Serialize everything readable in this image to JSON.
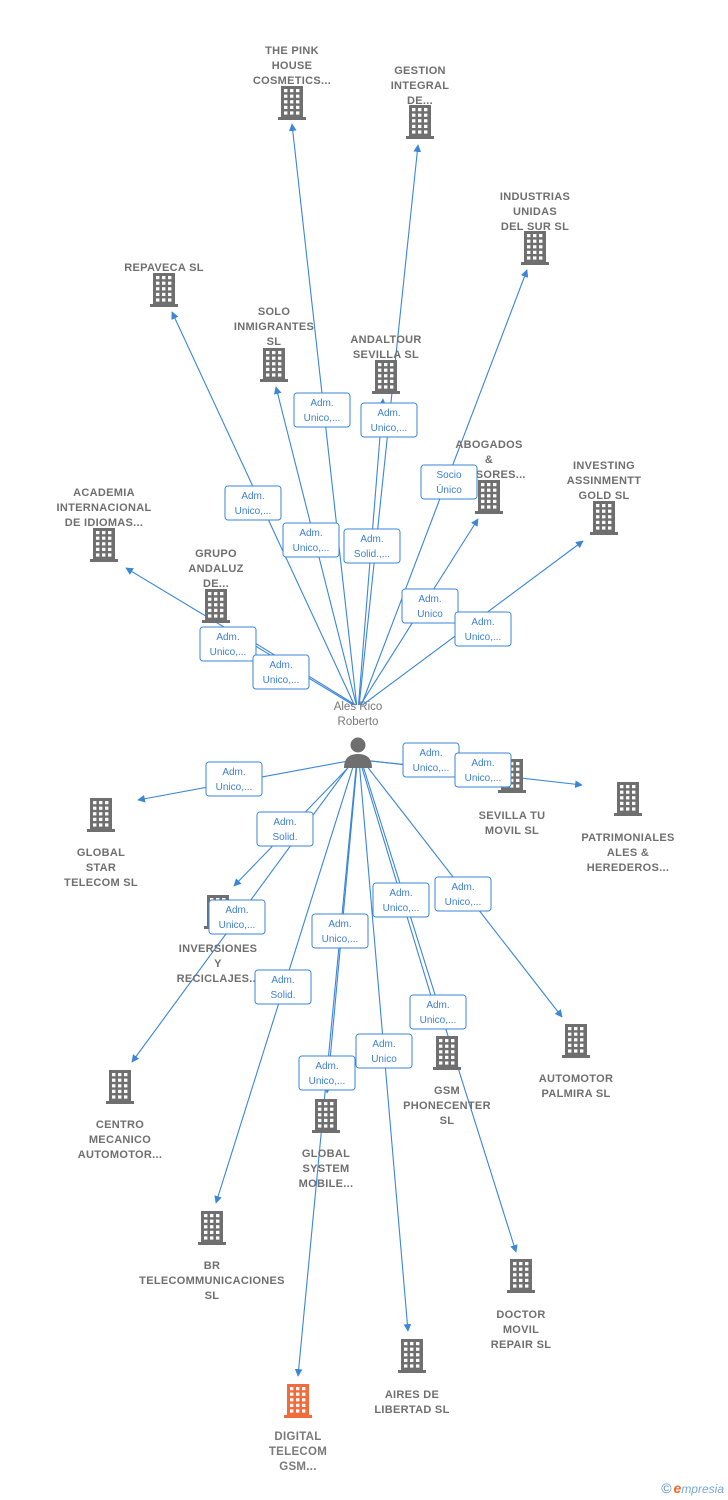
{
  "center": {
    "lines": [
      "Ales Rico",
      "Roberto"
    ],
    "icon": "person-icon"
  },
  "colors": {
    "edge": "#3a86d8",
    "building": "#6f6f6f",
    "highlight": "#f26b3a",
    "label_border": "#3a86d8"
  },
  "nodes": [
    {
      "id": "pink-house",
      "lines": [
        "THE PINK",
        "HOUSE",
        "COSMETICS..."
      ],
      "highlight": false
    },
    {
      "id": "gestion-integral",
      "lines": [
        "GESTION",
        "INTEGRAL",
        "DE..."
      ],
      "highlight": false
    },
    {
      "id": "industrias-unidas",
      "lines": [
        "INDUSTRIAS",
        "UNIDAS",
        "DEL SUR  SL"
      ],
      "highlight": false
    },
    {
      "id": "repaveca",
      "lines": [
        "REPAVECA  SL"
      ],
      "highlight": false
    },
    {
      "id": "solo-inmigrantes",
      "lines": [
        "SOLO",
        "INMIGRANTES",
        "SL"
      ],
      "highlight": false
    },
    {
      "id": "andaltour",
      "lines": [
        "ANDALTOUR",
        "SEVILLA  SL"
      ],
      "highlight": false
    },
    {
      "id": "abogados",
      "lines": [
        "ABOGADOS",
        "&",
        "ASESORES..."
      ],
      "highlight": false
    },
    {
      "id": "investing",
      "lines": [
        "INVESTING",
        "ASSINMENTT",
        "GOLD  SL"
      ],
      "highlight": false
    },
    {
      "id": "academia",
      "lines": [
        "ACADEMIA",
        "INTERNACIONAL",
        "DE IDIOMAS..."
      ],
      "highlight": false
    },
    {
      "id": "grupo-andaluz",
      "lines": [
        "GRUPO",
        "ANDALUZ",
        "DE..."
      ],
      "highlight": false
    },
    {
      "id": "global-star",
      "lines": [
        "GLOBAL",
        "STAR",
        "TELECOM  SL"
      ],
      "highlight": false
    },
    {
      "id": "sevilla-tu-movil",
      "lines": [
        "SEVILLA TU",
        "MOVIL  SL"
      ],
      "highlight": false
    },
    {
      "id": "patrimoniales",
      "lines": [
        "PATRIMONIALES",
        "ALES &",
        "HEREDEROS..."
      ],
      "highlight": false
    },
    {
      "id": "inversiones",
      "lines": [
        "INVERSIONES",
        "Y",
        "RECICLAJES..."
      ],
      "highlight": false
    },
    {
      "id": "automotor-palmira",
      "lines": [
        "AUTOMOTOR",
        "PALMIRA  SL"
      ],
      "highlight": false
    },
    {
      "id": "centro-mecanico",
      "lines": [
        "CENTRO",
        "MECANICO",
        "AUTOMOTOR..."
      ],
      "highlight": false
    },
    {
      "id": "gsm-phonecenter",
      "lines": [
        "GSM",
        "PHONECENTER",
        "SL"
      ],
      "highlight": false
    },
    {
      "id": "global-system",
      "lines": [
        "GLOBAL",
        "SYSTEM",
        "MOBILE..."
      ],
      "highlight": false
    },
    {
      "id": "br-telecom",
      "lines": [
        "BR",
        "TELECOMMUNICACIONES",
        "SL"
      ],
      "highlight": false
    },
    {
      "id": "doctor-movil",
      "lines": [
        "DOCTOR",
        "MOVIL",
        "REPAIR  SL"
      ],
      "highlight": false
    },
    {
      "id": "aires-libertad",
      "lines": [
        "AIRES DE",
        "LIBERTAD SL"
      ],
      "highlight": false
    },
    {
      "id": "digital-telecom",
      "lines": [
        "DIGITAL",
        "TELECOM",
        "GSM..."
      ],
      "highlight": true
    }
  ],
  "edge_labels": [
    {
      "target": "pink-house",
      "lines": [
        "Adm.",
        "Unico,..."
      ]
    },
    {
      "target": "gestion-integral",
      "lines": [
        "Adm.",
        "Unico,..."
      ]
    },
    {
      "target": "industrias-unidas",
      "lines": [
        "Socio",
        "Único"
      ]
    },
    {
      "target": "repaveca",
      "lines": [
        "Adm.",
        "Unico,..."
      ]
    },
    {
      "target": "solo-inmigrantes",
      "lines": [
        "Adm.",
        "Unico,..."
      ]
    },
    {
      "target": "andaltour",
      "lines": [
        "Adm.",
        "Solid.,..."
      ]
    },
    {
      "target": "abogados",
      "lines": [
        "Adm.",
        "Unico"
      ]
    },
    {
      "target": "investing",
      "lines": [
        "Adm.",
        "Unico,..."
      ]
    },
    {
      "target": "academia",
      "lines": [
        "Adm.",
        "Unico,..."
      ]
    },
    {
      "target": "grupo-andaluz",
      "lines": [
        "Adm.",
        "Unico,..."
      ]
    },
    {
      "target": "global-star",
      "lines": [
        "Adm.",
        "Unico,..."
      ]
    },
    {
      "target": "sevilla-tu-movil",
      "lines": [
        "Adm.",
        "Unico,..."
      ]
    },
    {
      "target": "patrimoniales",
      "lines": [
        "Adm.",
        "Unico,..."
      ]
    },
    {
      "target": "inversiones",
      "lines": [
        "Adm.",
        "Solid."
      ]
    },
    {
      "target": "automotor-palmira",
      "lines": [
        "Adm.",
        "Unico,..."
      ]
    },
    {
      "target": "centro-mecanico",
      "lines": [
        "Adm.",
        "Unico,..."
      ]
    },
    {
      "target": "gsm-phonecenter",
      "lines": [
        "Adm.",
        "Unico,..."
      ]
    },
    {
      "target": "global-system",
      "lines": [
        "Adm.",
        "Unico,..."
      ]
    },
    {
      "target": "br-telecom",
      "lines": [
        "Adm.",
        "Solid."
      ]
    },
    {
      "target": "doctor-movil",
      "lines": [
        "Adm.",
        "Unico,..."
      ]
    },
    {
      "target": "aires-libertad",
      "lines": [
        "Adm.",
        "Unico"
      ]
    },
    {
      "target": "digital-telecom",
      "lines": [
        "Adm.",
        "Unico,..."
      ]
    }
  ],
  "footer": {
    "copyright": "©",
    "brand_initial": "e",
    "brand_rest": "mpresia"
  }
}
